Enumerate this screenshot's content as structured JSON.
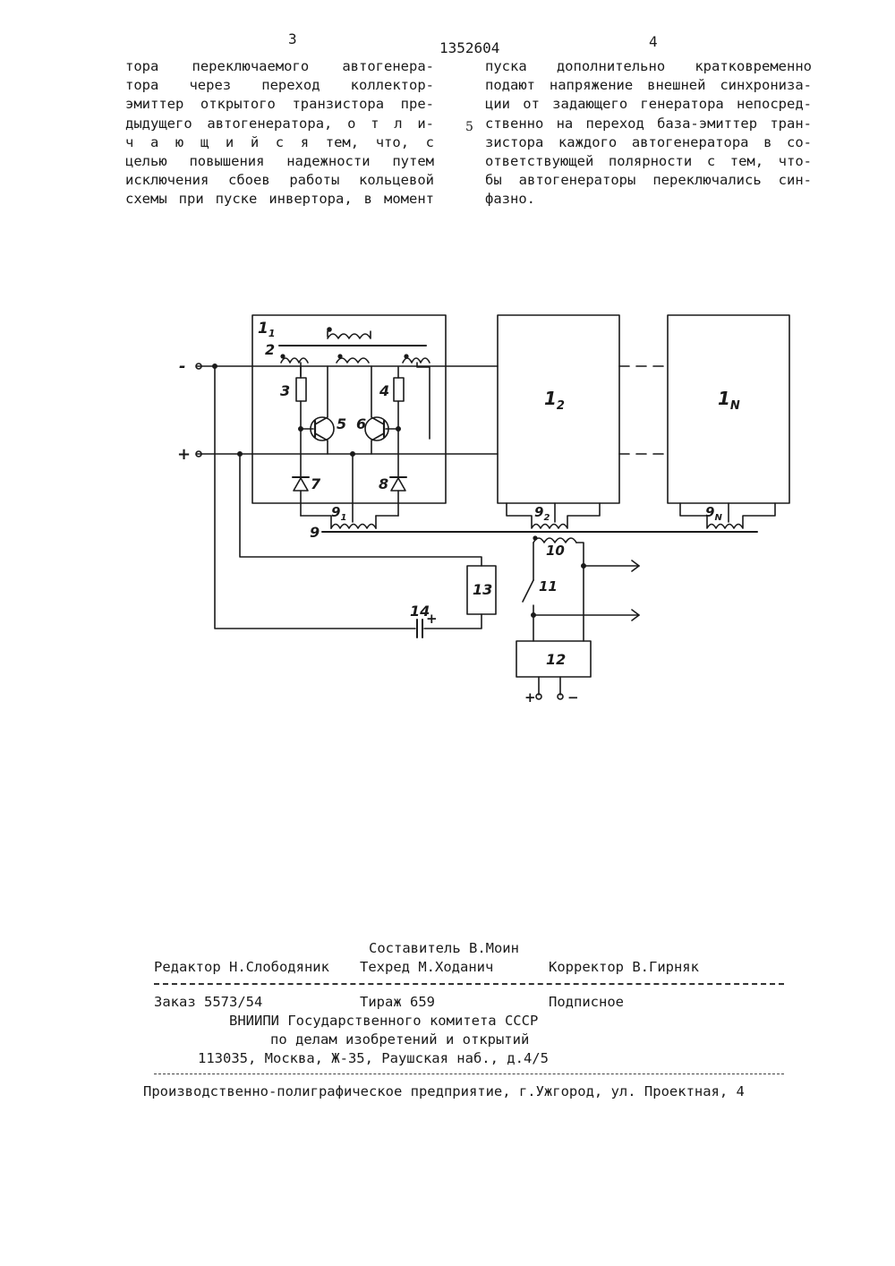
{
  "header": {
    "page_left": "3",
    "patent_number": "1352604",
    "page_right": "4",
    "line_marker": "5"
  },
  "text": {
    "left_lines": [
      "тора переключаемого автогенера-",
      "тора через переход коллектор-",
      "эмиттер открытого транзистора пре-",
      "дыдущего автогенератора, о т л и-",
      "ч а ю щ и й с я  тем, что, с",
      "целью повышения надежности путем",
      "исключения сбоев работы кольцевой",
      "схемы при пуске инвертора, в момент"
    ],
    "right_lines": [
      "пуска дополнительно кратковременно",
      "подают напряжение внешней синхрониза-",
      "ции от задающего генератора непосред-",
      "ственно на переход база-эмиттер тран-",
      "зистора каждого автогенератора в со-",
      "ответствующей полярности с тем, что-",
      "бы автогенераторы переключались син-",
      "фазно."
    ]
  },
  "schematic": {
    "labels": {
      "block1": "1",
      "block1_sub": "1",
      "block2": "1",
      "block2_sub": "2",
      "blockN": "1",
      "blockN_sub": "N",
      "n2": "2",
      "n3": "3",
      "n4": "4",
      "n5": "5",
      "n6": "6",
      "n7": "7",
      "n8": "8",
      "n9": "9",
      "n91": "9",
      "n91_sub": "1",
      "n92": "9",
      "n92_sub": "2",
      "n9N": "9",
      "n9N_sub": "N",
      "n10": "10",
      "n11": "11",
      "n12": "12",
      "n13": "13",
      "n14": "14",
      "minus_in": "-",
      "plus_in": "+",
      "cap_plus": "+",
      "supply_plus": "+",
      "supply_minus": "−"
    }
  },
  "imprint": {
    "compiler": "Составитель В.Моин",
    "editor": "Редактор Н.Слободяник",
    "techred": "Техред М.Ходанич",
    "corrector": "Корректор В.Гирняк",
    "order": "Заказ 5573/54",
    "circulation": "Тираж 659",
    "subscription": "Подписное",
    "org1": "ВНИИПИ Государственного комитета СССР",
    "org2": "по делам изобретений и открытий",
    "address": "113035, Москва, Ж-35, Раушская наб., д.4/5",
    "printer": "Производственно-полиграфическое предприятие, г.Ужгород, ул. Проектная, 4"
  }
}
